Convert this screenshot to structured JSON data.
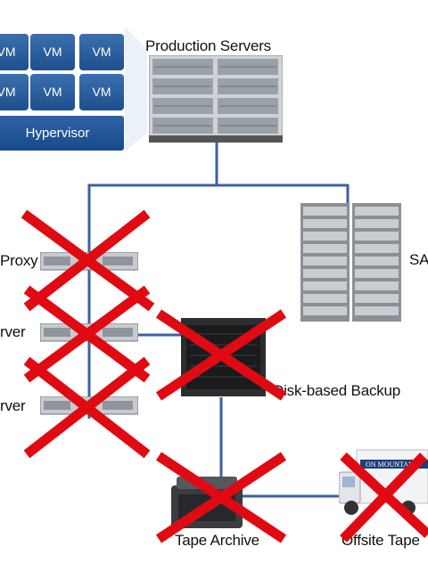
{
  "hypervisor": {
    "vms": [
      "VM",
      "VM",
      "VM",
      "VM",
      "VM",
      "VM"
    ],
    "label": "Hypervisor"
  },
  "labels": {
    "production": "Production Servers",
    "san": "SA",
    "proxy": "Proxy",
    "server1": "rver",
    "server2": "rver",
    "disk_backup": "Disk-based Backup",
    "tape_archive": "Tape Archive",
    "offsite": "Offsite Tape",
    "truck_brand": "ON MOUNTAIN"
  },
  "colors": {
    "line": "#3d5fa6",
    "cross": "#e00a12",
    "vm_blue": "#2a5d9f"
  }
}
